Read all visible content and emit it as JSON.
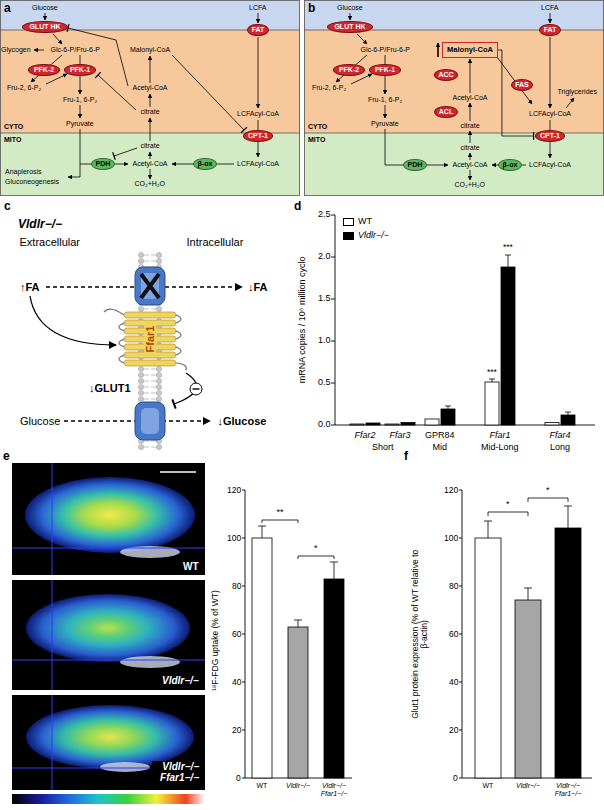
{
  "diagram": {
    "nodes": [
      {
        "text": [
          "GLUT HK"
        ]
      },
      {
        "text": [
          "PFK-2"
        ]
      },
      {
        "text": [
          "PFK-1"
        ]
      },
      {
        "text": [
          "FAT"
        ]
      },
      {
        "text": [
          "CPT-1"
        ]
      },
      {
        "text": [
          "PDH"
        ]
      },
      {
        "text": [
          "β-ox"
        ]
      },
      {
        "text": [
          "GLUT HK"
        ]
      },
      {
        "text": [
          "PFK-2"
        ]
      },
      {
        "text": [
          "PFK-1"
        ]
      },
      {
        "text": [
          "Malonyl-CoA"
        ]
      },
      {
        "text": [
          "FAT"
        ]
      },
      {
        "text": [
          "ACC"
        ]
      },
      {
        "text": [
          "FAS"
        ]
      },
      {
        "text": [
          "ACL"
        ]
      },
      {
        "text": [
          "CPT-1"
        ]
      },
      {
        "text": [
          "PDH"
        ]
      },
      {
        "text": [
          "β-ox"
        ]
      }
    ],
    "edges": [
      {
        "from": 10,
        "to": 15,
        "arrow": "to"
      }
    ],
    "labels": [
      "a",
      "Glucose",
      "LCFA",
      "Glycogen",
      "Glc-6-P/Fru-6-P",
      "Malonyl-CoA",
      "Fru-2, 6-P₂",
      "Acetyl-CoA",
      "Fru-1, 6-P₂",
      "citrate",
      "LCFAcyl-CoA",
      "Pyruvate",
      "CYTO",
      "MITO",
      "citrate",
      "Acetyl-CoA",
      "LCFAcyl-CoA",
      "Anaplerosis",
      "Gluconeogenesis",
      "CO₂+H₂O",
      "b",
      "Glucose",
      "LCFA",
      "Glc-6-P/Fru-6-P",
      "Fru-2, 6-P₂",
      "Acetyl-CoA",
      "Triglycerides",
      "Fru-1, 6-P₂",
      "citrate",
      "LCFAcyl-CoA",
      "Pyruvate",
      "CYTO",
      "MITO",
      "citrate",
      "Acetyl-CoA",
      "LCFAcyl-CoA",
      "CO₂+H₂O",
      "c",
      "Vldlr−/−",
      "Extracellular",
      "Intracellular",
      "↑FA",
      "↓FA",
      "Ffar1",
      "↓GLUT1",
      "Glucose",
      "↓Glucose",
      "d",
      "mRNA copies / 10⁶ million cyclo",
      "0.0",
      "0.5",
      "1.0",
      "1.5",
      "2.0",
      "2.5",
      "***",
      "***",
      "Ffar2",
      "Ffar3",
      "GPR84",
      "Ffar1",
      "Ffar4",
      "Short",
      "Mid",
      "Mid-Long",
      "Long",
      "e",
      "WT",
      "Vldlr−/−",
      "Vldlr−/− Ffar1−/−",
      "¹⁸F-FDG uptake (% of WT)",
      "0",
      "20",
      "40",
      "60",
      "80",
      "100",
      "120",
      "**",
      "*",
      "WT",
      "Vldlr−/−",
      "Vldlr−/− Ffar1−/−",
      "f",
      "Glut1 protein expression (% of WT relative to β-actin)",
      "0",
      "20",
      "40",
      "60",
      "80",
      "100",
      "120",
      "*",
      "*",
      "WT",
      "Vldlr−/−",
      "Vldlr−/− Ffar1−/−"
    ],
    "legend": [
      {
        "text": "WT",
        "color": "#ffffff"
      },
      {
        "text": "Vldlr−/−",
        "color": "#000000"
      }
    ]
  }
}
